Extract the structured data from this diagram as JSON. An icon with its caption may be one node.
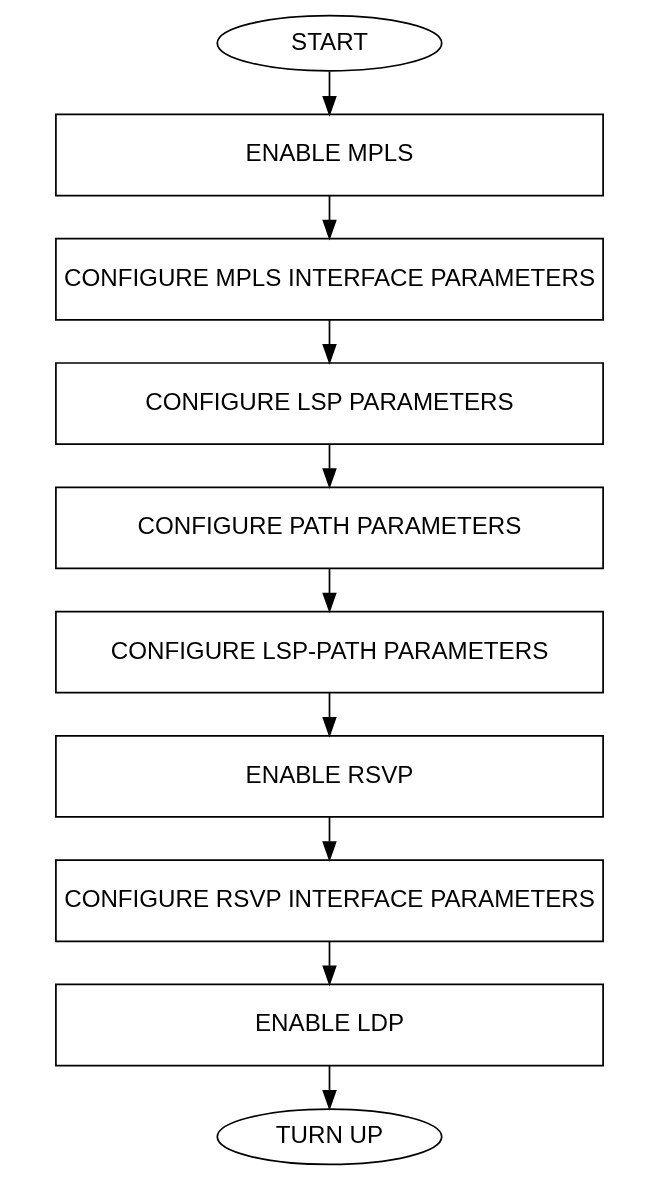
{
  "diagram": {
    "nodes": [
      {
        "text": [
          "START"
        ]
      },
      {
        "text": [
          "ENABLE MPLS"
        ]
      },
      {
        "text": [
          "CONFIGURE MPLS INTERFACE PARAMETERS"
        ]
      },
      {
        "text": [
          "CONFIGURE LSP PARAMETERS"
        ]
      },
      {
        "text": [
          "CONFIGURE PATH PARAMETERS"
        ]
      },
      {
        "text": [
          "CONFIGURE LSP-PATH PARAMETERS"
        ]
      },
      {
        "text": [
          "ENABLE RSVP"
        ]
      },
      {
        "text": [
          "CONFIGURE RSVP INTERFACE PARAMETERS"
        ]
      },
      {
        "text": [
          "ENABLE LDP"
        ]
      },
      {
        "text": [
          "TURN UP"
        ]
      }
    ],
    "edges": [
      {
        "from": 0,
        "to": 1,
        "arrow": "to"
      },
      {
        "from": 1,
        "to": 2,
        "arrow": "to"
      },
      {
        "from": 2,
        "to": 3,
        "arrow": "to"
      },
      {
        "from": 3,
        "to": 4,
        "arrow": "to"
      },
      {
        "from": 4,
        "to": 5,
        "arrow": "to"
      },
      {
        "from": 5,
        "to": 6,
        "arrow": "to"
      },
      {
        "from": 6,
        "to": 7,
        "arrow": "to"
      },
      {
        "from": 7,
        "to": 8,
        "arrow": "to"
      },
      {
        "from": 8,
        "to": 9,
        "arrow": "to"
      }
    ]
  }
}
